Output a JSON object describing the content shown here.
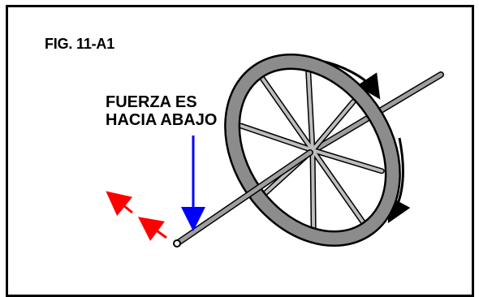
{
  "figure": {
    "label": "FIG. 11-A1",
    "force_label_line1": "FUERZA ES",
    "force_label_line2": "HACIA ABAJO",
    "colors": {
      "frame": "#000000",
      "wheel_rim": "#8c8c8c",
      "wheel_rim_outline": "#000000",
      "spokes": "#bdbdbd",
      "axle": "#9e9e9e",
      "force_arrow": "#0000ff",
      "motion_arrows": "#ff0000",
      "rotation_arrows": "#000000"
    },
    "icons": {
      "force_arrow": "down-arrow",
      "motion_arrows": "up-left-arrow",
      "rotation_arrows": "curved-arrow"
    }
  }
}
